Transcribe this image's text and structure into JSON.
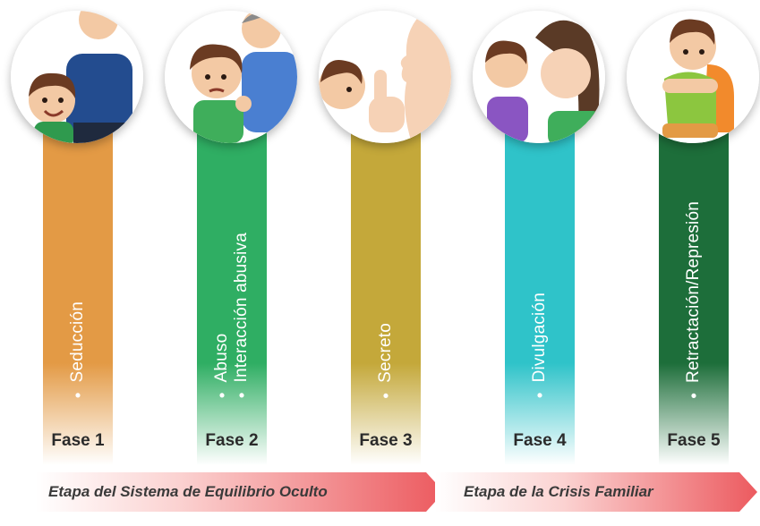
{
  "phases": [
    {
      "fase": "Fase 1",
      "items": [
        "Seducción"
      ],
      "color": "#e39a45",
      "icon": "adult-with-smiling-child"
    },
    {
      "fase": "Fase 2",
      "items": [
        "Abuso",
        "Interacción abusiva"
      ],
      "color": "#2fae63",
      "icon": "adult-holding-worried-child"
    },
    {
      "fase": "Fase 3",
      "items": [
        "Secreto"
      ],
      "color": "#c4a83a",
      "icon": "adult-hushing-child"
    },
    {
      "fase": "Fase 4",
      "items": [
        "Divulgación"
      ],
      "color": "#2fc3c9",
      "icon": "child-whispering-to-woman"
    },
    {
      "fase": "Fase 5",
      "items": [
        "Retractación/Represión"
      ],
      "color": "#1d6e3a",
      "icon": "sad-child-hugging-knees"
    }
  ],
  "stages": [
    {
      "label": "Etapa del Sistema de Equilibrio Oculto"
    },
    {
      "label": "Etapa de la Crisis Familiar"
    }
  ],
  "colors": {
    "arrow_start": "#ffffff",
    "arrow_end": "#ec5a5f"
  }
}
